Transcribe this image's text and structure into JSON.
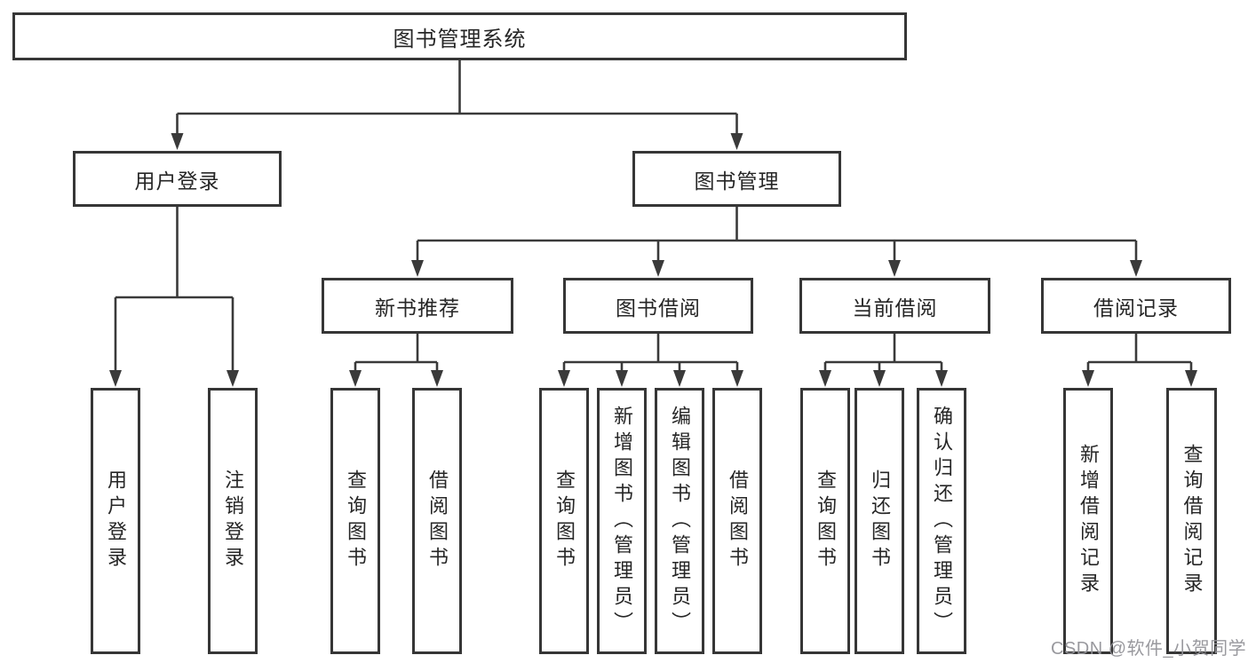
{
  "tree": {
    "label": "图书管理系统",
    "children": [
      {
        "label": "用户登录",
        "children": [
          {
            "label": "用户登录"
          },
          {
            "label": "注销登录"
          }
        ]
      },
      {
        "label": "图书管理",
        "children": [
          {
            "label": "新书推荐",
            "children": [
              {
                "label": "查询图书"
              },
              {
                "label": "借阅图书"
              }
            ]
          },
          {
            "label": "图书借阅",
            "children": [
              {
                "label": "查询图书"
              },
              {
                "label": "新增图书（管理员）"
              },
              {
                "label": "编辑图书（管理员）"
              },
              {
                "label": "借阅图书"
              }
            ]
          },
          {
            "label": "当前借阅",
            "children": [
              {
                "label": "查询图书"
              },
              {
                "label": "归还图书"
              },
              {
                "label": "确认归还（管理员）"
              }
            ]
          },
          {
            "label": "借阅记录",
            "children": [
              {
                "label": "新增借阅记录"
              },
              {
                "label": "查询借阅记录"
              }
            ]
          }
        ]
      }
    ]
  },
  "watermark": {
    "text": "CSDN @软件_小贺同学"
  },
  "colors": {
    "line": "#3a3a3a",
    "border": "#363636",
    "text": "#262626",
    "watermark": "#949499",
    "background": "#ffffff"
  }
}
